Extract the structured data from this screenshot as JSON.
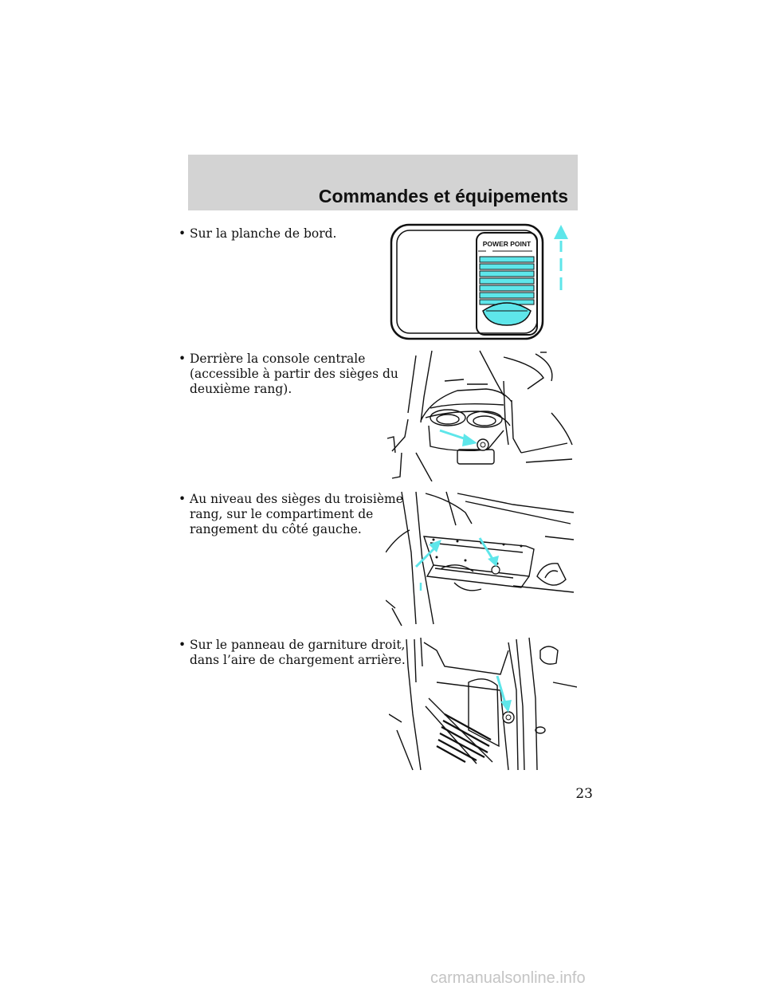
{
  "header": {
    "title": "Commandes et équipements"
  },
  "items": [
    {
      "lines": [
        "Sur la planche de bord."
      ]
    },
    {
      "lines": [
        "Derrière la console centrale",
        "(accessible à partir des sièges du",
        "deuxième rang)."
      ]
    },
    {
      "lines": [
        "Au niveau des sièges du troisième",
        "rang, sur le compartiment de",
        "rangement du côté gauche."
      ]
    },
    {
      "lines": [
        "Sur le panneau de garniture droit,",
        "dans l’aire de chargement arrière."
      ]
    }
  ],
  "bullet_char": "•",
  "illustration_1": {
    "label": "POWER POINT"
  },
  "colors": {
    "accent": "#5ee6ea",
    "header_band": "#d3d3d3",
    "line": "#111111"
  },
  "footer": {
    "page_number": "23"
  },
  "watermark": {
    "text": "carmanualsonline.info"
  }
}
